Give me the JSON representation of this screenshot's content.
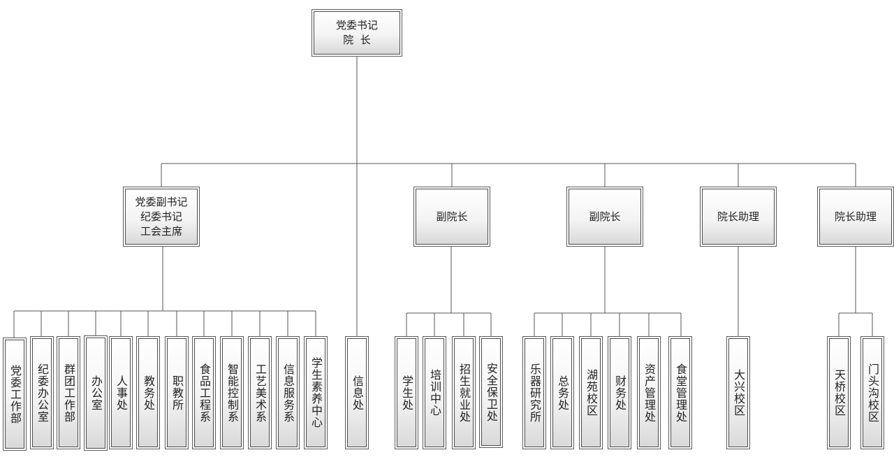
{
  "top": {
    "lines": [
      "党委书记",
      "院  长"
    ]
  },
  "deputy_secretary": {
    "lines": [
      "党委副书记",
      "纪委书记",
      "工会主席"
    ]
  },
  "vp1": {
    "label": "副院长"
  },
  "vp2": {
    "label": "副院长"
  },
  "assistant1": {
    "label": "院长助理"
  },
  "assistant2": {
    "label": "院长助理"
  },
  "info": {
    "label": "信息处"
  },
  "group1": [
    "党委工作部",
    "纪委办公室",
    "群团工作部",
    "办公室",
    "人事处",
    "教务处",
    "职教所",
    "食品工程系",
    "智能控制系",
    "工艺美术系",
    "信息服务系",
    "学生素养中心"
  ],
  "group2": [
    "学生处",
    "培训中心",
    "招生就业处",
    "安全保卫处"
  ],
  "group3": [
    "乐器研究所",
    "总务处",
    "湖苑校区",
    "财务处",
    "资产管理处",
    "食堂管理处"
  ],
  "group4": [
    "大兴校区"
  ],
  "group5": [
    "天桥校区",
    "门头沟校区"
  ]
}
